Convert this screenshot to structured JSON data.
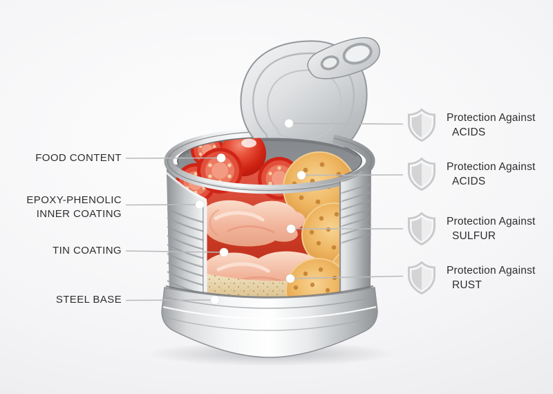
{
  "diagram": {
    "left_labels": [
      {
        "id": "food-content",
        "lines": [
          "FOOD CONTENT"
        ]
      },
      {
        "id": "epoxy-phenolic-inner-coating",
        "lines": [
          "EPOXY-PHENOLIC",
          "INNER COATING"
        ]
      },
      {
        "id": "tin-coating",
        "lines": [
          "TIN COATING"
        ]
      },
      {
        "id": "steel-base",
        "lines": [
          "STEEL BASE"
        ]
      }
    ],
    "right_labels": [
      {
        "id": "protection-acids-lid",
        "line1": "Protection Against",
        "line2": "ACIDS"
      },
      {
        "id": "protection-acids-body",
        "line1": "Protection Against",
        "line2": "ACIDS"
      },
      {
        "id": "protection-sulfur",
        "line1": "Protection Against",
        "line2": "SULFUR"
      },
      {
        "id": "protection-rust",
        "line1": "Protection Against",
        "line2": "RUST"
      }
    ],
    "icons": {
      "right_label_icon": "shield-icon"
    }
  },
  "colors": {
    "text": "#2d2d2d",
    "leader-line": "#b9babc",
    "dot": "#ffffff",
    "shield-outline": "#c9cacb",
    "shield-dark": "#d2d3d5",
    "shield-light": "#ededee",
    "tomato-red": "#d02414",
    "cracker-orange": "#efb763",
    "paste-pink": "#f2b59c",
    "sauce-red": "#cb3a24",
    "grain-tan": "#e3cda1",
    "can-silver": "#d9dbdd"
  }
}
